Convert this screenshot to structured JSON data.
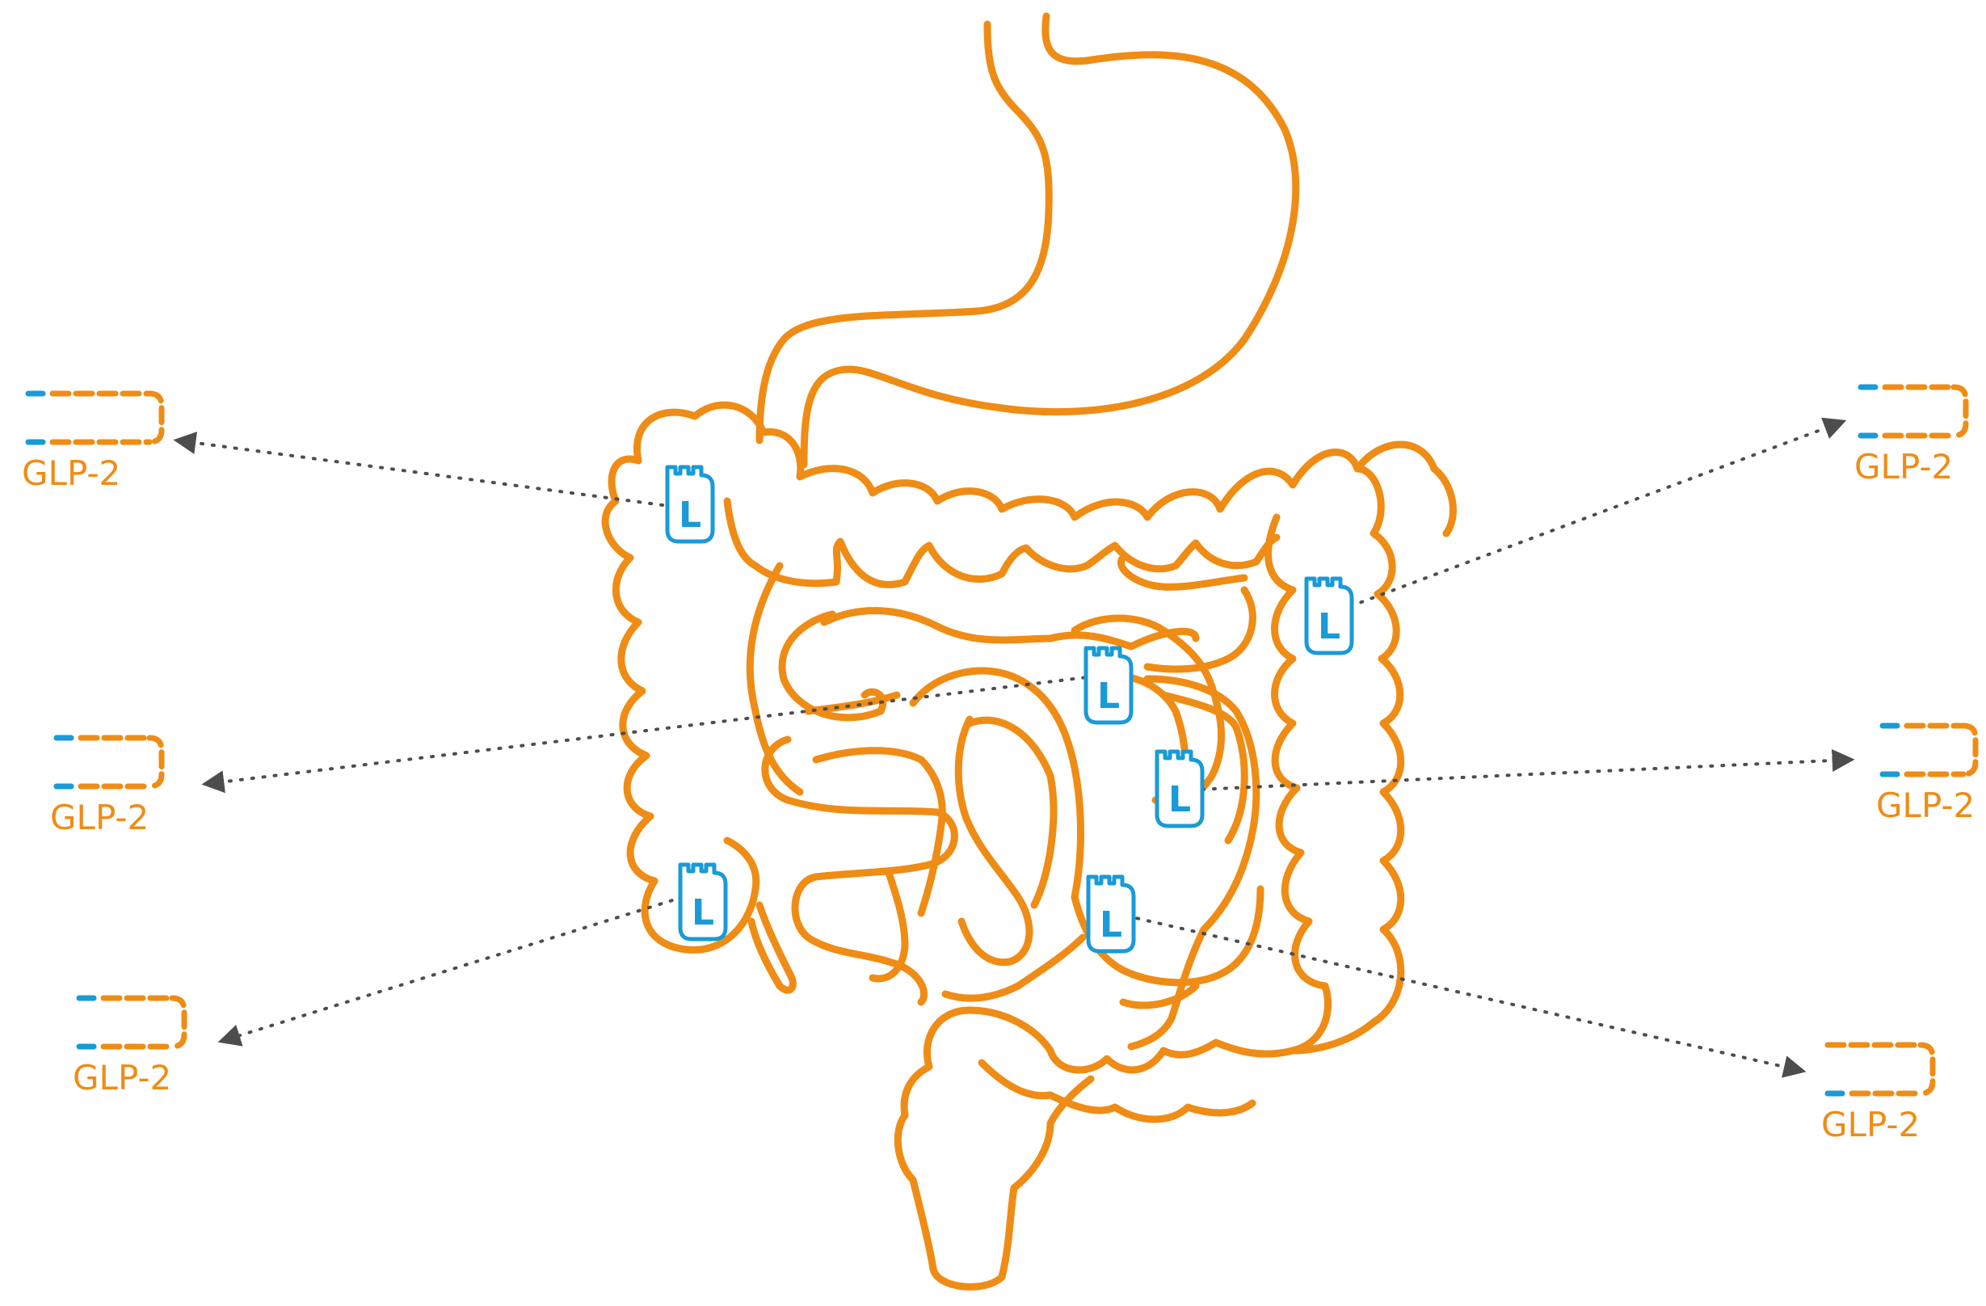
{
  "colors": {
    "gut_outline": "#ef8c15",
    "l_cell": "#1a9ad6",
    "pointer": "#4d4d4d",
    "peptide_blue": "#1a9ad6",
    "peptide_orange": "#ef8c15",
    "label": "#ef8c15"
  },
  "organ": {
    "icon": "digestive-tract-icon"
  },
  "cells": [
    {
      "letter": "L",
      "icon": "l-cell-icon"
    },
    {
      "letter": "L",
      "icon": "l-cell-icon"
    },
    {
      "letter": "L",
      "icon": "l-cell-icon"
    },
    {
      "letter": "L",
      "icon": "l-cell-icon"
    },
    {
      "letter": "L",
      "icon": "l-cell-icon"
    },
    {
      "letter": "L",
      "icon": "l-cell-icon"
    }
  ],
  "peptides": [
    {
      "label": "GLP-2",
      "icon": "peptide-chain-icon"
    },
    {
      "label": "GLP-2",
      "icon": "peptide-chain-icon"
    },
    {
      "label": "GLP-2",
      "icon": "peptide-chain-icon"
    },
    {
      "label": "GLP-2",
      "icon": "peptide-chain-icon"
    },
    {
      "label": "GLP-2",
      "icon": "peptide-chain-icon"
    },
    {
      "label": "GLP-2",
      "icon": "peptide-chain-icon"
    }
  ]
}
